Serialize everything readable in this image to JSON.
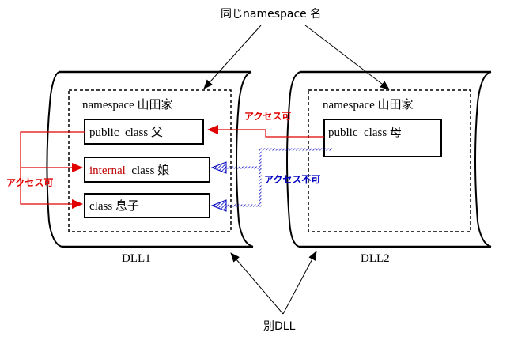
{
  "top_label": "同じnamespace 名",
  "bottom_label": "別DLL",
  "dlls": [
    {
      "name": "DLL1",
      "namespace_label": "namespace 山田家",
      "classes": [
        {
          "modifier": "public",
          "keyword": "class",
          "name": "父"
        },
        {
          "modifier": "internal",
          "keyword": "class",
          "name": "娘"
        },
        {
          "modifier": "",
          "keyword": "class",
          "name": "息子"
        }
      ]
    },
    {
      "name": "DLL2",
      "namespace_label": "namespace 山田家",
      "classes": [
        {
          "modifier": "public",
          "keyword": "class",
          "name": "母"
        }
      ]
    }
  ],
  "annotations": {
    "access_ok_internal": "アクセス可",
    "access_ok_external": "アクセス可",
    "access_denied": "アクセス不可"
  },
  "colors": {
    "access_ok": "#e00000",
    "access_denied": "#0000c0",
    "internal_keyword": "#c00000"
  }
}
